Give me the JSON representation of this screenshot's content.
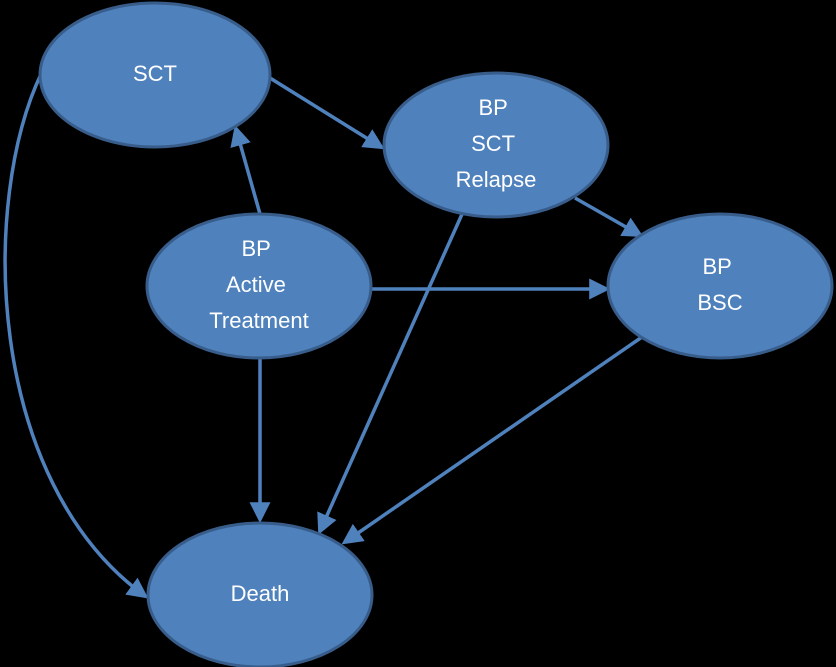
{
  "diagram": {
    "colors": {
      "background": "#000000",
      "node_fill": "#4f81bd",
      "node_stroke": "#385d8a",
      "edge": "#4f81bd",
      "text": "#ffffff"
    },
    "nodes": {
      "sct": {
        "lines": [
          "SCT"
        ]
      },
      "bp_sct_relapse": {
        "lines": [
          "BP",
          "SCT",
          "Relapse"
        ]
      },
      "bp_active_treatment": {
        "lines": [
          "BP",
          "Active",
          "Treatment"
        ]
      },
      "bp_bsc": {
        "lines": [
          "BP",
          "BSC"
        ]
      },
      "death": {
        "lines": [
          "Death"
        ]
      }
    },
    "edges": [
      {
        "from": "sct",
        "to": "bp_sct_relapse"
      },
      {
        "from": "bp_active_treatment",
        "to": "sct"
      },
      {
        "from": "bp_sct_relapse",
        "to": "bp_bsc"
      },
      {
        "from": "bp_active_treatment",
        "to": "bp_bsc"
      },
      {
        "from": "bp_active_treatment",
        "to": "death"
      },
      {
        "from": "bp_sct_relapse",
        "to": "death"
      },
      {
        "from": "bp_bsc",
        "to": "death"
      },
      {
        "from": "sct",
        "to": "death"
      }
    ]
  }
}
